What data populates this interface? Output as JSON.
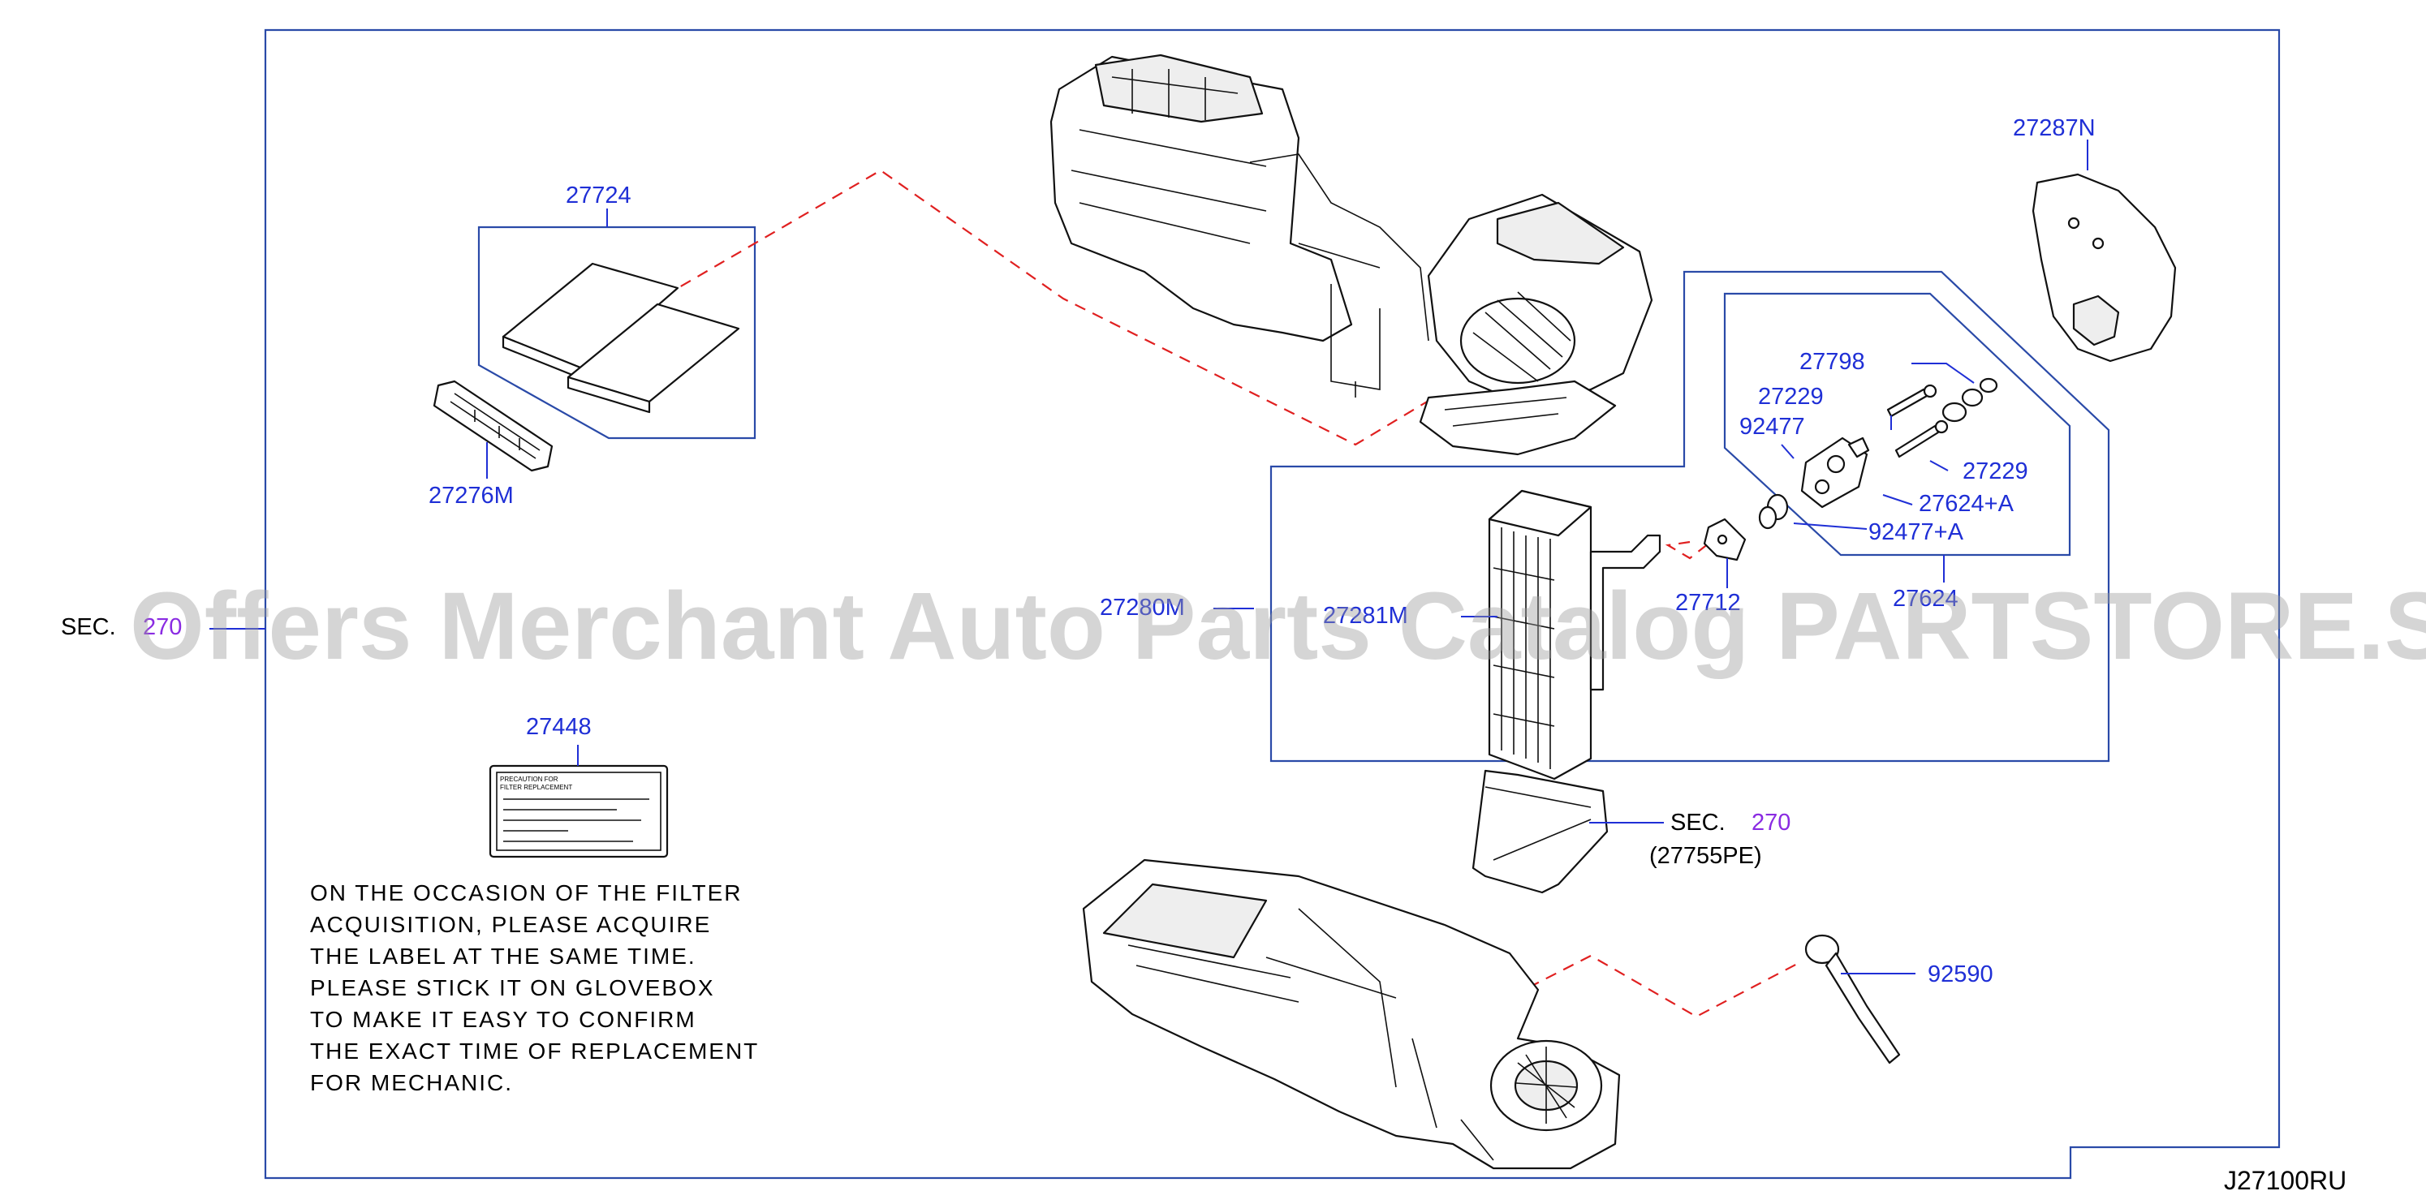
{
  "diagram_code": "J27100RU",
  "watermark": "Offers Merchant Auto Parts Catalog PARTSTORE.SA",
  "sec_word": "SEC.",
  "sec_number": "270",
  "sec_sub_code": "(27755PE)",
  "labels": {
    "p27724": "27724",
    "p27276M": "27276M",
    "p27287N": "27287N",
    "p27798": "27798",
    "p27229a": "27229",
    "p92477": "92477",
    "p27229b": "27229",
    "p27624A": "27624+A",
    "p92477A": "92477+A",
    "p27624": "27624",
    "p27712": "27712",
    "p27280M": "27280M",
    "p27281M": "27281M",
    "p27448": "27448",
    "p92590": "92590"
  },
  "note_lines": [
    "ON THE OCCASION OF THE FILTER",
    "ACQUISITION, PLEASE ACQUIRE",
    "THE LABEL AT THE SAME TIME.",
    "PLEASE STICK IT ON GLOVEBOX",
    "TO MAKE IT EASY TO CONFIRM",
    "THE EXACT TIME OF REPLACEMENT",
    "FOR MECHANIC."
  ],
  "label_sticker": {
    "line1": "PRECAUTION FOR",
    "line2": "FILTER REPLACEMENT"
  },
  "colors": {
    "part_number": "#1f2fd6",
    "section_number": "#8a2be2",
    "frame": "#2a4aa8",
    "dashed_leader": "#e02020",
    "watermark": "#9a9a9a"
  }
}
